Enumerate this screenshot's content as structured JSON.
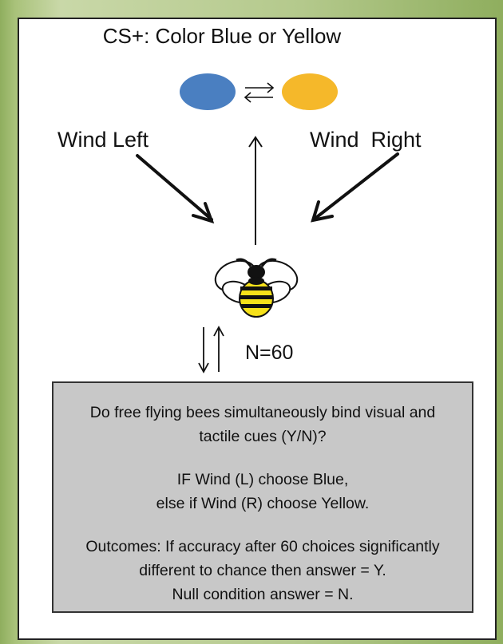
{
  "diagram": {
    "title": "CS+: Color Blue or Yellow",
    "wind_left": "Wind Left",
    "wind_right": "Wind  Right",
    "sample_size": "N=60",
    "colors": {
      "blue": "#4a7fc1",
      "yellow": "#f5b82a",
      "bee_yellow": "#f6e11a",
      "bee_black": "#111111",
      "box_fill": "#c8c8c8"
    },
    "box": {
      "question": "Do free flying bees simultaneously bind visual and tactile cues (Y/N)?",
      "rule_line1": "IF Wind (L) choose Blue,",
      "rule_line2": "else if Wind (R) choose Yellow.",
      "outcome_line1": "Outcomes: If accuracy after 60 choices significantly different to chance then answer = Y.",
      "outcome_line2": "Null condition answer = N."
    }
  }
}
